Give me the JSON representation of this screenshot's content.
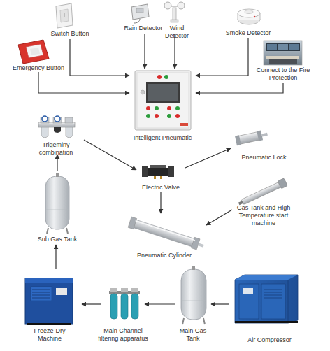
{
  "diagram": {
    "nodes": [
      {
        "text": [
          "Switch Button"
        ]
      },
      {
        "text": [
          "Rain Detector"
        ]
      },
      {
        "text": [
          "Wind Detector"
        ]
      },
      {
        "text": [
          "Smoke Detector"
        ]
      },
      {
        "text": [
          "Emergency Button"
        ]
      },
      {
        "text": [
          "Connect to the Fire Protection"
        ]
      },
      {
        "text": [
          "Intelligent Pneumatic"
        ]
      },
      {
        "text": [
          "Trigeminy combination"
        ]
      },
      {
        "text": [
          "Pneumatic Lock"
        ]
      },
      {
        "text": [
          "Electric Valve"
        ]
      },
      {
        "text": [
          "Gas Tank and High Temperature start machine"
        ]
      },
      {
        "text": [
          "Sub Gas Tank"
        ]
      },
      {
        "text": [
          "Pneumatic Cylinder"
        ]
      },
      {
        "text": [
          "Freeze-Dry Machine"
        ]
      },
      {
        "text": [
          "Main Channel filtering apparatus"
        ]
      },
      {
        "text": [
          "Main Gas Tank"
        ]
      },
      {
        "text": [
          "Air Compressor"
        ]
      }
    ],
    "edges": [
      {
        "from": 0,
        "to": 6,
        "arrow": "to"
      },
      {
        "from": 1,
        "to": 6,
        "arrow": "to"
      },
      {
        "from": 2,
        "to": 6,
        "arrow": "to"
      },
      {
        "from": 3,
        "to": 6,
        "arrow": "to"
      },
      {
        "from": 4,
        "to": 6,
        "arrow": "to"
      },
      {
        "from": 5,
        "to": 6,
        "arrow": "to"
      },
      {
        "from": 7,
        "to": 9,
        "arrow": "to"
      },
      {
        "from": 9,
        "to": 8,
        "arrow": "to"
      },
      {
        "from": 9,
        "to": 12,
        "arrow": "to"
      },
      {
        "from": 10,
        "to": 12,
        "arrow": "to"
      },
      {
        "from": 11,
        "to": 7,
        "arrow": "to"
      },
      {
        "from": 13,
        "to": 11,
        "arrow": "to"
      },
      {
        "from": 14,
        "to": 13,
        "arrow": "to"
      },
      {
        "from": 15,
        "to": 14,
        "arrow": "to"
      },
      {
        "from": 16,
        "to": 15,
        "arrow": "to"
      }
    ]
  }
}
